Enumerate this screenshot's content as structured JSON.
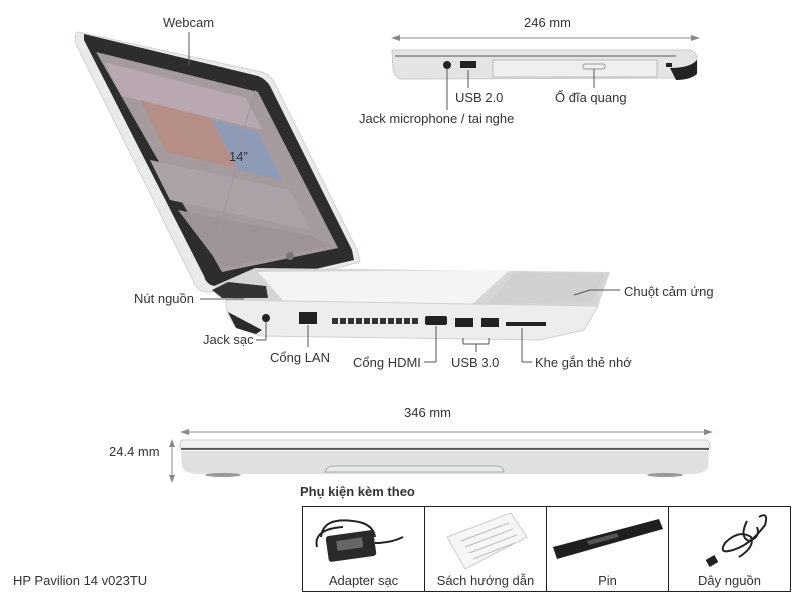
{
  "product": {
    "name": "HP Pavilion 14 v023TU"
  },
  "perspective_view": {
    "labels": {
      "webcam": "Webcam",
      "screen_size": "14”",
      "power_button": "Nút nguồn",
      "charging_jack": "Jack sạc",
      "lan_port": "Cổng LAN",
      "hdmi_port": "Cổng HDMI",
      "usb3": "USB 3.0",
      "card_slot": "Khe gắn thẻ nhớ",
      "touchpad": "Chuột cảm ứng"
    }
  },
  "side_view": {
    "depth": "246 mm",
    "labels": {
      "usb2": "USB 2.0",
      "audio_jack": "Jack microphone / tai nghe",
      "optical_drive": "Ổ đĩa quang"
    }
  },
  "front_view": {
    "width": "346 mm",
    "thickness": "24.4 mm"
  },
  "accessories": {
    "title": "Phụ kiện kèm theo",
    "items": [
      {
        "label": "Adapter sạc",
        "icon": "power-adapter-icon"
      },
      {
        "label": "Sách hướng dẫn",
        "icon": "manual-icon"
      },
      {
        "label": "Pin",
        "icon": "battery-icon"
      },
      {
        "label": "Dây nguồn",
        "icon": "power-cord-icon"
      }
    ]
  },
  "colors": {
    "line": "#555555",
    "chassis": "#e4e6e6",
    "bezel": "#2b2b2b"
  }
}
